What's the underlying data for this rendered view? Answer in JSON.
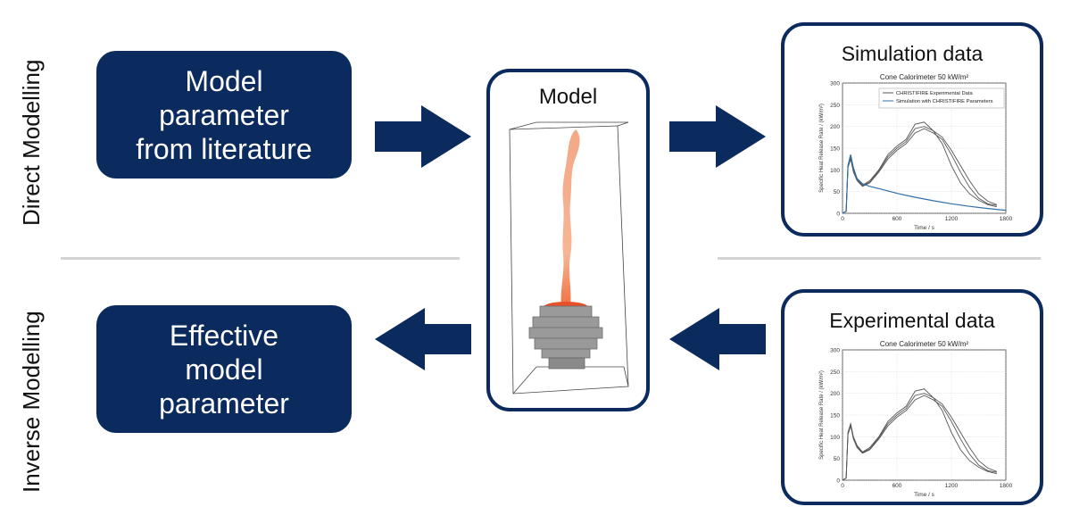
{
  "side_labels": {
    "top": "Direct Modelling",
    "bottom": "Inverse Modelling"
  },
  "boxes": {
    "literature": [
      "Model",
      "parameter",
      "from literature"
    ],
    "effective": [
      "Effective",
      "model",
      "parameter"
    ]
  },
  "model_panel": {
    "title": "Model"
  },
  "simulation_panel": {
    "title": "Simulation data"
  },
  "experimental_panel": {
    "title": "Experimental data"
  },
  "colors": {
    "navy": "#0b2a5e",
    "experimental": "#555555",
    "simulation": "#2f6fa8",
    "flame": "#f08c6a"
  },
  "icons": [
    "arrow-right-icon",
    "arrow-left-icon",
    "flame-model-icon"
  ],
  "chart_data": [
    {
      "type": "line",
      "title": "Cone Calorimeter 50 kW/m²",
      "xlabel": "Time / s",
      "ylabel": "Specific Heat Release Rate / (kW/m²)",
      "xlim": [
        0,
        1800
      ],
      "ylim": [
        0,
        300
      ],
      "xticks": [
        "0",
        "600",
        "1200",
        "1800"
      ],
      "yticks": [
        "0",
        "50",
        "100",
        "150",
        "200",
        "250",
        "300"
      ],
      "legend_position": "top-right",
      "legend": [
        "CHRISTIFIRE Experimental Data",
        "Simulation with CHRISTIFIRE Parameters"
      ],
      "series": [
        {
          "name": "CHRISTIFIRE Experimental Data",
          "kind": "experimental",
          "x": [
            0,
            40,
            60,
            90,
            120,
            160,
            220,
            300,
            400,
            500,
            600,
            700,
            800,
            900,
            1000,
            1100,
            1200,
            1300,
            1400,
            1500,
            1600,
            1700
          ],
          "y": [
            0,
            5,
            110,
            130,
            100,
            80,
            65,
            75,
            100,
            135,
            155,
            170,
            205,
            210,
            190,
            160,
            110,
            70,
            45,
            30,
            20,
            15
          ]
        },
        {
          "name": "CHRISTIFIRE Experimental Data",
          "kind": "experimental",
          "x": [
            0,
            40,
            60,
            90,
            120,
            160,
            220,
            300,
            400,
            500,
            600,
            700,
            800,
            900,
            1000,
            1100,
            1200,
            1300,
            1400,
            1500,
            1600,
            1700
          ],
          "y": [
            0,
            5,
            105,
            125,
            95,
            75,
            62,
            70,
            95,
            125,
            145,
            160,
            185,
            195,
            185,
            170,
            135,
            95,
            60,
            35,
            22,
            18
          ]
        },
        {
          "name": "CHRISTIFIRE Experimental Data",
          "kind": "experimental",
          "x": [
            0,
            40,
            60,
            90,
            120,
            160,
            220,
            300,
            400,
            500,
            600,
            700,
            800,
            900,
            1000,
            1100,
            1200,
            1300,
            1400,
            1500,
            1600,
            1700
          ],
          "y": [
            0,
            5,
            108,
            128,
            98,
            78,
            64,
            72,
            98,
            130,
            150,
            165,
            195,
            200,
            190,
            175,
            145,
            110,
            75,
            45,
            28,
            20
          ]
        },
        {
          "name": "Simulation with CHRISTIFIRE Parameters",
          "kind": "simulation",
          "x": [
            0,
            40,
            60,
            90,
            120,
            160,
            220,
            300,
            400,
            600,
            800,
            1000,
            1200,
            1400,
            1600,
            1800
          ],
          "y": [
            0,
            5,
            110,
            135,
            105,
            80,
            68,
            62,
            57,
            46,
            37,
            29,
            22,
            16,
            11,
            7
          ]
        }
      ]
    },
    {
      "type": "line",
      "title": "Cone Calorimeter 50 kW/m²",
      "xlabel": "Time / s",
      "ylabel": "Specific Heat Release Rate / (kW/m²)",
      "xlim": [
        0,
        1800
      ],
      "ylim": [
        0,
        300
      ],
      "xticks": [
        "0",
        "600",
        "1200",
        "1800"
      ],
      "yticks": [
        "0",
        "50",
        "100",
        "150",
        "200",
        "250",
        "300"
      ],
      "series": [
        {
          "kind": "experimental",
          "x": [
            0,
            40,
            60,
            90,
            120,
            160,
            220,
            300,
            400,
            500,
            600,
            700,
            800,
            900,
            1000,
            1100,
            1200,
            1300,
            1400,
            1500,
            1600,
            1700
          ],
          "y": [
            0,
            5,
            110,
            130,
            100,
            80,
            65,
            75,
            100,
            135,
            155,
            170,
            205,
            210,
            190,
            160,
            110,
            70,
            45,
            30,
            20,
            15
          ]
        },
        {
          "kind": "experimental",
          "x": [
            0,
            40,
            60,
            90,
            120,
            160,
            220,
            300,
            400,
            500,
            600,
            700,
            800,
            900,
            1000,
            1100,
            1200,
            1300,
            1400,
            1500,
            1600,
            1700
          ],
          "y": [
            0,
            5,
            105,
            125,
            95,
            75,
            62,
            70,
            95,
            125,
            145,
            160,
            185,
            195,
            185,
            170,
            135,
            95,
            60,
            35,
            22,
            18
          ]
        },
        {
          "kind": "experimental",
          "x": [
            0,
            40,
            60,
            90,
            120,
            160,
            220,
            300,
            400,
            500,
            600,
            700,
            800,
            900,
            1000,
            1100,
            1200,
            1300,
            1400,
            1500,
            1600,
            1700
          ],
          "y": [
            0,
            5,
            108,
            128,
            98,
            78,
            64,
            72,
            98,
            130,
            150,
            165,
            195,
            200,
            190,
            175,
            145,
            110,
            75,
            45,
            28,
            20
          ]
        }
      ]
    }
  ]
}
